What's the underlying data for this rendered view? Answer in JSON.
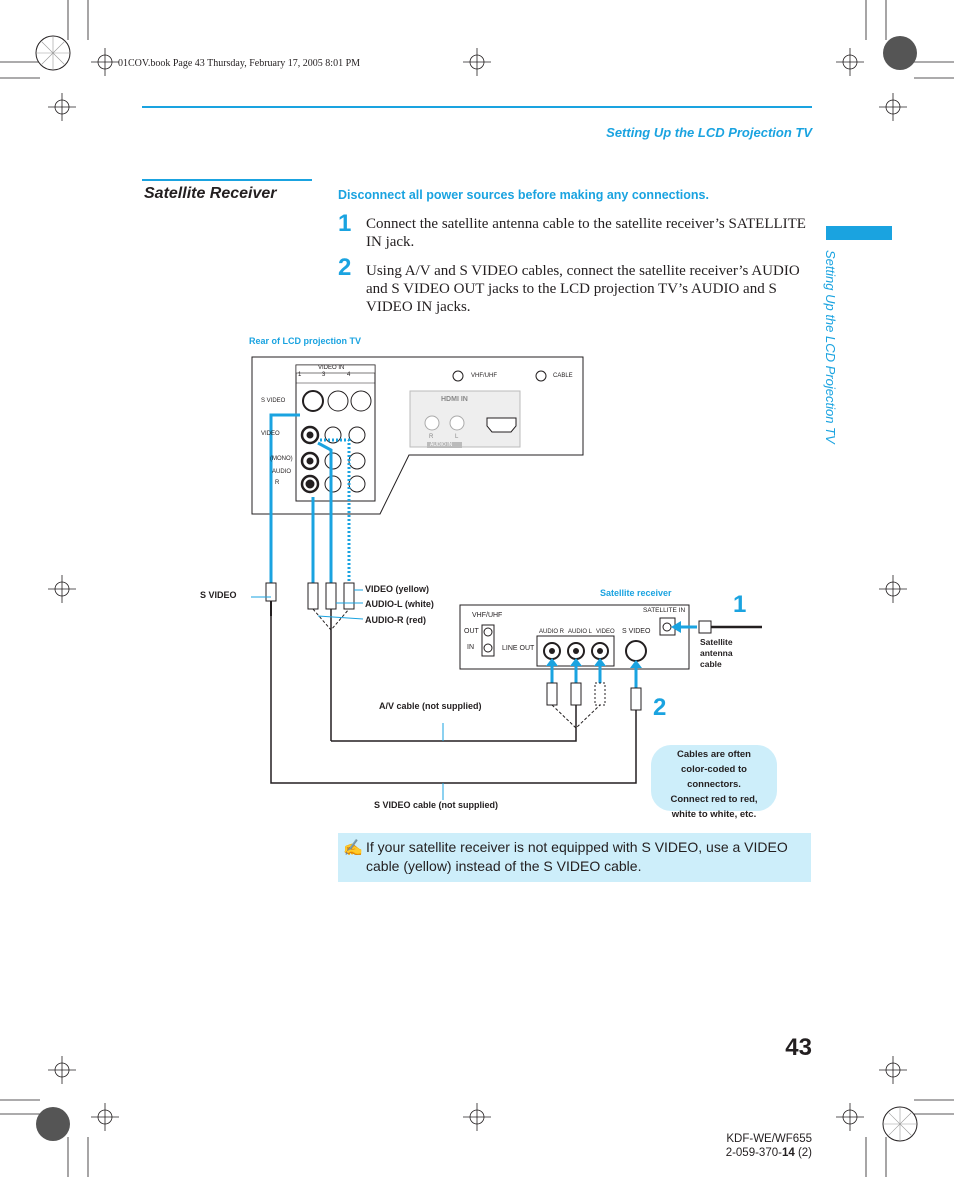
{
  "book_info": "01COV.book  Page 43  Thursday, February 17, 2005  8:01 PM",
  "running_head": "Setting Up the LCD Projection TV",
  "side_tab_text": "Setting Up the LCD Projection TV",
  "section_title": "Satellite Receiver",
  "warning": "Disconnect all power sources before making any connections.",
  "steps": [
    {
      "num": "1",
      "text": "Connect the satellite antenna cable to the satellite receiver’s SATELLITE IN jack."
    },
    {
      "num": "2",
      "text": "Using A/V and S VIDEO cables, connect the satellite receiver’s AUDIO and S VIDEO OUT jacks to the LCD projection TV’s AUDIO and S VIDEO IN jacks."
    }
  ],
  "diagram": {
    "rear_tv_label": "Rear of LCD projection TV",
    "video_in": "VIDEO IN",
    "s_video_port": "S VIDEO",
    "video_port": "VIDEO",
    "mono": "(MONO)",
    "audio": "AUDIO",
    "l": "L",
    "r": "R",
    "vhf_uhf": "VHF/UHF",
    "cable": "CABLE",
    "hdmi_in": "HDMI IN",
    "audio_in": "AUDIO IN",
    "in_nums": [
      "1",
      "3",
      "4"
    ],
    "s_video_label": "S VIDEO",
    "video_yellow": "VIDEO (yellow)",
    "audio_l_white": "AUDIO-L (white)",
    "audio_r_red": "AUDIO-R (red)",
    "satellite_receiver": "Satellite receiver",
    "sat_vhf_uhf": "VHF/UHF",
    "out": "OUT",
    "in": "IN",
    "line_out": "LINE OUT",
    "audio_r": "AUDIO R",
    "audio_l": "AUDIO L",
    "video": "VIDEO",
    "sat_s_video": "S VIDEO",
    "satellite_in": "SATELLITE IN",
    "antenna_cable": [
      "Satellite",
      "antenna",
      "cable"
    ],
    "callout_1": "1",
    "callout_2": "2",
    "av_cable": "A/V cable (not supplied)",
    "s_video_cable": "S VIDEO cable (not supplied)",
    "bubble": [
      "Cables are often",
      "color-coded to connectors.",
      "Connect red to red,",
      "white to white, etc."
    ]
  },
  "note": "If your satellite receiver is not equipped with S VIDEO, use a VIDEO cable (yellow) instead of the S VIDEO cable.",
  "page_number": "43",
  "model_line1": "KDF-WE/WF655",
  "model_line2_prefix": "2-059-370-",
  "model_line2_bold": "14",
  "model_line2_suffix": " (2)",
  "colors": {
    "accent": "#1aa3e0",
    "note_bg": "#cdeefa"
  }
}
